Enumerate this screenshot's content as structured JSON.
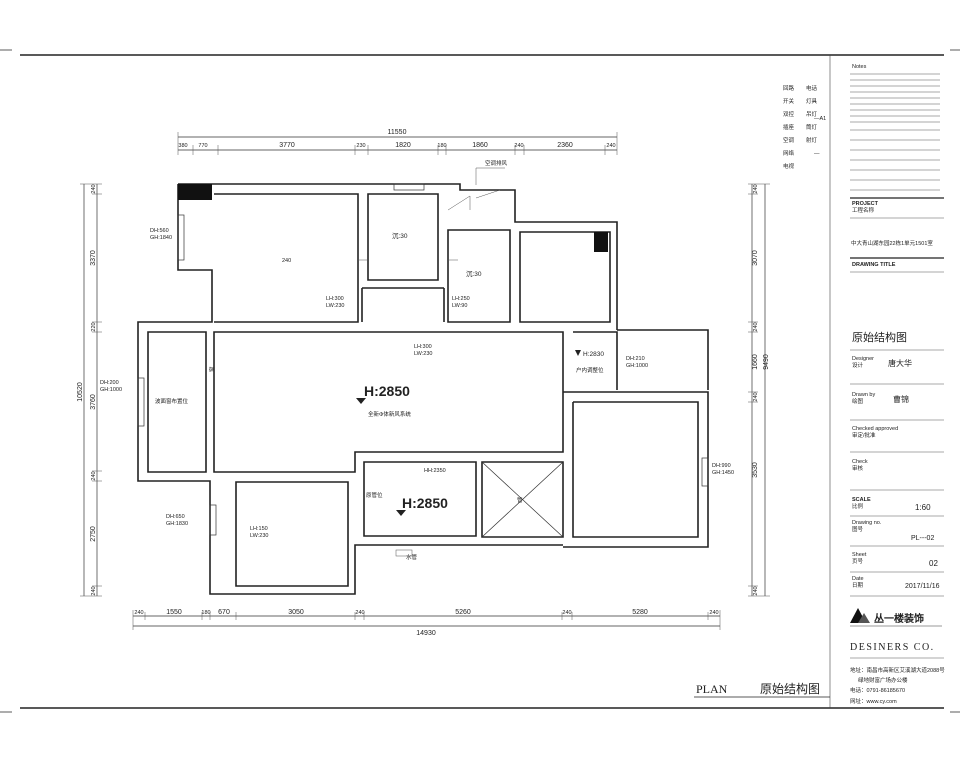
{
  "dimensions": {
    "top_total": "11550",
    "top_segments": [
      "380",
      "770",
      "3770",
      "230",
      "1820",
      "180",
      "1860",
      "240",
      "2360",
      "240"
    ],
    "bottom_total": "14930",
    "bottom_segments": [
      "240",
      "1550",
      "180",
      "670",
      "3050",
      "240",
      "5260",
      "240",
      "5280",
      "240"
    ],
    "left_total": "10520",
    "left_segments": [
      "240",
      "3370",
      "220",
      "3760",
      "240",
      "2750",
      "240"
    ],
    "right_total": "9490",
    "right_segments": [
      "240",
      "3070",
      "240",
      "1660",
      "240",
      "3530",
      "240"
    ]
  },
  "rooms": {
    "bedroom_top_left": {
      "code": "240",
      "window": [
        "DH:560",
        "GH:1840"
      ],
      "opening": [
        "LH:300",
        "LW:230"
      ]
    },
    "room_mid": {
      "label": "沉:30"
    },
    "bath": {
      "label": "沉:30",
      "opening": [
        "LH:250",
        "LW:90"
      ]
    },
    "main_opening": [
      "LH:300",
      "LW:230"
    ],
    "living": {
      "height": "H:2850",
      "note": "全新Φ体新风系统"
    },
    "balcony_left": {
      "window": [
        "DH:200",
        "GH:1000"
      ],
      "note": "波面窗布置位",
      "vertical": "窗"
    },
    "right_height": {
      "value": "H:2830",
      "window": [
        "DH:210",
        "GH:1000"
      ],
      "note": "户内调整位"
    },
    "right_room": {
      "window": [
        "DH:990",
        "GH:1450"
      ]
    },
    "kitchen": {
      "height": "H:2850",
      "tag": "HH:2350",
      "tag2": "原管位",
      "drain": "水管"
    },
    "bedroom_bottom_left": {
      "window": [
        "DH:650",
        "GH:1830"
      ],
      "opening": [
        "LH:150",
        "LW:230"
      ]
    },
    "entry": {
      "label": "空调排风"
    },
    "shaft": {
      "label": "管"
    }
  },
  "title_block": {
    "notes_title": "Notes",
    "project_label": "PROJECT",
    "project_sub": "工程名称",
    "project_value": "中大青山湖东园22栋1单元1501室",
    "drawing_title_label": "DRAWING TITLE",
    "drawing_title_value": "原始结构图",
    "designer_label": "Designer",
    "designer_sub": "设计",
    "designer_value": "唐大华",
    "drawn_label": "Drawn by",
    "drawn_sub": "绘图",
    "drawn_value": "曹锦",
    "checked_label": "Checked approved",
    "checked_sub": "审定/批准",
    "check_label": "Check",
    "check_sub": "审核",
    "scale_label": "SCALE",
    "scale_sub": "比例",
    "scale_value": "1:60",
    "drawing_no_label": "Drawing no.",
    "drawing_no_sub": "图号",
    "drawing_no_value": "PL---02",
    "sheet_label": "Sheet",
    "sheet_sub": "页号",
    "sheet_value": "02",
    "date_label": "Date",
    "date_sub": "日期",
    "date_value": "2017/11/16",
    "company_cn": "丛一楼装饰",
    "company_en": "DESINERS  CO.",
    "address_1": "地址：南昌市高新区艾溪湖大道2088号",
    "address_2": "绿地财富广场办公楼",
    "phone": "电话：0791-86185670",
    "web": "网址：www.cy.com"
  },
  "legend": {
    "symbols": [
      "回路",
      "开关",
      "双控",
      "插座",
      "空调",
      "网络",
      "电视",
      "电话",
      "灯具",
      "吊灯",
      "筒灯",
      "射灯",
      "—A1",
      "—"
    ]
  },
  "footer": {
    "plan_label": "PLAN",
    "plan_title": "原始结构图"
  }
}
